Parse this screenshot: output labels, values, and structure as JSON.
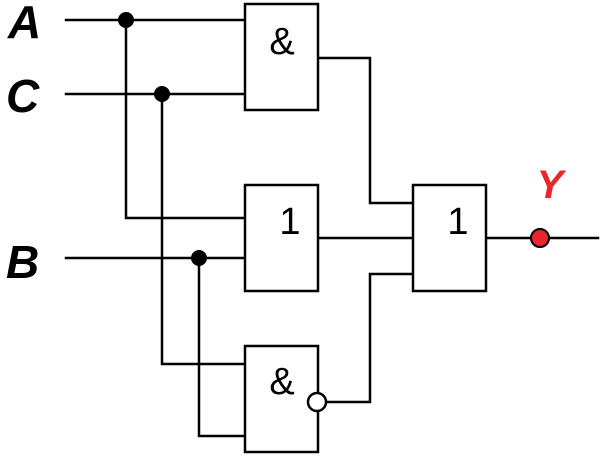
{
  "inputs": {
    "a": "A",
    "c": "C",
    "b": "B"
  },
  "output": {
    "label": "Y",
    "color": "#e8262c"
  },
  "gates": {
    "and_top": "&",
    "or_middle": "1",
    "nand_bottom": "&",
    "or_output": "1"
  },
  "colors": {
    "wire": "#000000",
    "output_marker": "#e8262c"
  }
}
